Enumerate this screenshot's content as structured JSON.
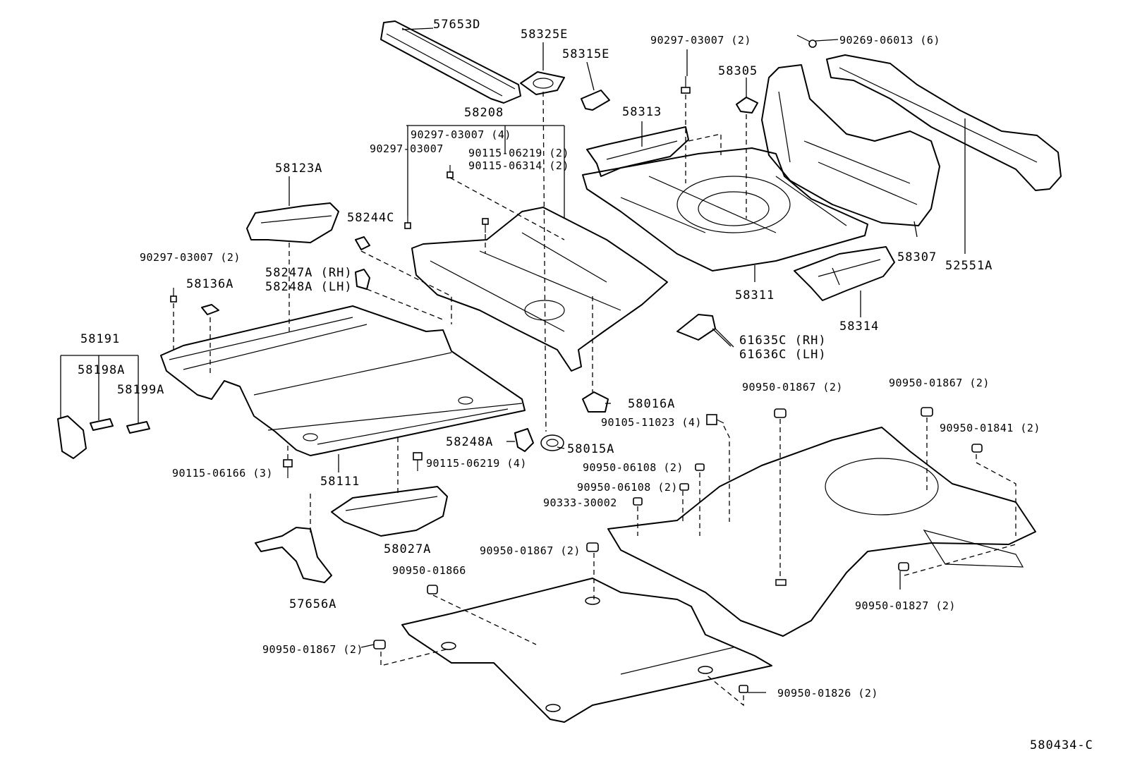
{
  "diagram_code": "580434-C",
  "labels": {
    "l57653D": "57653D",
    "l58325E": "58325E",
    "l58315E": "58315E",
    "l90297_03007_2_top": "90297-03007 (2)",
    "l90269_06013_6": "90269-06013 (6)",
    "l58305": "58305",
    "l58313": "58313",
    "l58208": "58208",
    "l90297_03007_4": "90297-03007 (4)",
    "l90297_03007": "90297-03007",
    "l90115_06219_2": "90115-06219 (2)",
    "l90115_06314_2": "90115-06314 (2)",
    "l58123A": "58123A",
    "l58244C": "58244C",
    "l58247A": "58247A (RH)",
    "l58248A_LH": "58248A (LH)",
    "l90297_03007_2_left": "90297-03007 (2)",
    "l58136A": "58136A",
    "l58191": "58191",
    "l58198A": "58198A",
    "l58199A": "58199A",
    "l58307": "58307",
    "l52551A": "52551A",
    "l58311": "58311",
    "l58314": "58314",
    "l61635C": "61635C (RH)",
    "l61636C": "61636C (LH)",
    "l58016A": "58016A",
    "l90105_11023_4": "90105-11023 (4)",
    "l58248A": "58248A",
    "l58015A": "58015A",
    "l90115_06166_3": "90115-06166 (3)",
    "l90115_06219_4": "90115-06219 (4)",
    "l58111": "58111",
    "l90950_01867_2_a": "90950-01867 (2)",
    "l90950_01867_2_b": "90950-01867 (2)",
    "l90950_01841_2": "90950-01841 (2)",
    "l90950_06108_2_a": "90950-06108 (2)",
    "l90950_06108_2_b": "90950-06108 (2)",
    "l90333_30002": "90333-30002",
    "l58027A": "58027A",
    "l90950_01867_2_c": "90950-01867 (2)",
    "l90950_01866": "90950-01866",
    "l57656A": "57656A",
    "l90950_01827_2": "90950-01827 (2)",
    "l90950_01867_2_d": "90950-01867 (2)",
    "l90950_01826_2": "90950-01826 (2)"
  }
}
